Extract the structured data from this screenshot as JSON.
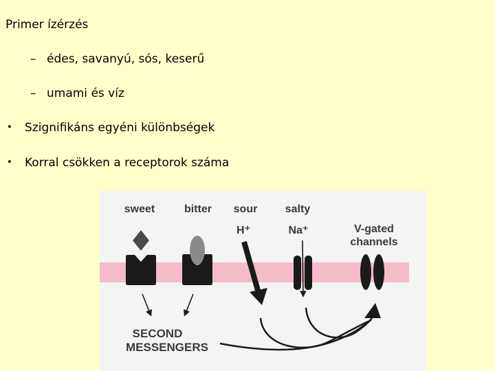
{
  "slide": {
    "title": "Primer ízérzés",
    "sub_items": [
      "édes, savanyú, sós, keserű",
      "umami és víz"
    ],
    "dash_glyph": "–",
    "bullet_glyph": "•",
    "bullets": [
      "Szignifikáns egyéni különbségek",
      "Korral csökken a receptorok száma"
    ]
  },
  "figure": {
    "labels": {
      "sweet": "sweet",
      "bitter": "bitter",
      "sour": "sour",
      "salty": "salty",
      "h_ion": "H⁺",
      "na_ion": "Na⁺",
      "vgated_line1": "V-gated",
      "vgated_line2": "channels",
      "second_line1": "SECOND",
      "second_line2": "MESSENGERS"
    },
    "colors": {
      "membrane": "#f4bcc8",
      "receptor": "#1a1a1a",
      "ligand": "#4a4a4a",
      "bitter_ligand": "#8a8a8a",
      "label": "#3a3a3a"
    }
  }
}
